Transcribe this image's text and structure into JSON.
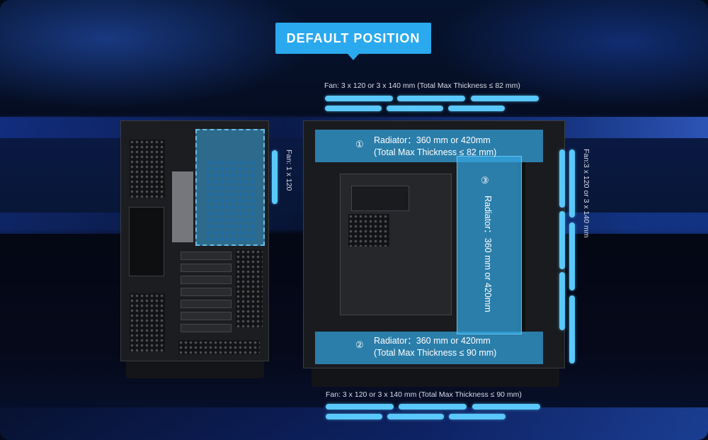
{
  "title": "DEFAULT POSITION",
  "top_fan": "Fan: 3 x 120  or 3 x 140 mm (Total Max Thickness ≤ 82 mm)",
  "bottom_fan": "Fan: 3 x 120  or 3 x 140 mm (Total Max Thickness ≤ 90 mm)",
  "left_fan": "Fan: 1 x 120",
  "right_fan": "Fan:3 x 120  or 3 x 140 mm",
  "radiators": [
    {
      "marker": "①",
      "line1": "Radiator：360 mm or 420mm",
      "line2": "(Total Max Thickness ≤ 82 mm)"
    },
    {
      "marker": "②",
      "line1": "Radiator：360 mm or 420mm",
      "line2": "(Total Max Thickness ≤ 90 mm)"
    },
    {
      "marker": "③",
      "line1": "Radiator：360 mm or 420mm"
    }
  ],
  "colors": {
    "accent": "#2aa9ee",
    "bar": "#5ac8fa",
    "radiator_overlay": "#32a5e1"
  }
}
